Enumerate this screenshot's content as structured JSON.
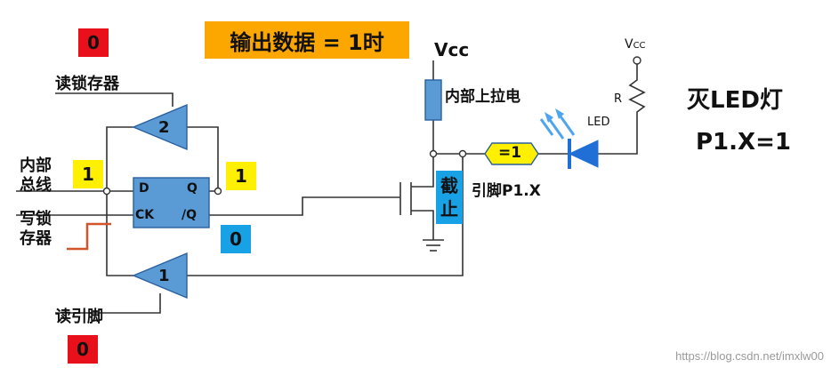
{
  "title": "输出数据 = 1时",
  "labels": {
    "read_latch": "读锁存器",
    "internal_bus_1": "内部",
    "internal_bus_2": "总线",
    "write_latch_1": "写锁",
    "write_latch_2": "存器",
    "read_pin": "读引脚",
    "vcc": "Vcc",
    "pullup": "内部上拉电",
    "cutoff_1": "截",
    "cutoff_2": "止",
    "pin": "引脚P1.X",
    "led_off": "灭LED灯",
    "p1x": "P1.X=1",
    "vcc_right": "V",
    "vcc_right_sub": "CC",
    "resistor": "R",
    "led": "LED",
    "pin_value": "=1"
  },
  "gates": {
    "buffer_top": "2",
    "buffer_bottom": "1"
  },
  "flipflop": {
    "d": "D",
    "q": "Q",
    "ck": "CK",
    "qbar": "/Q"
  },
  "values": {
    "top_red": "0",
    "bus_value": "1",
    "q_value": "1",
    "qbar_value": "0",
    "bottom_red": "0"
  },
  "colors": {
    "red": "#e8111b",
    "yellow": "#ffef00",
    "blue": "#19a1e6",
    "orange": "#fca600",
    "gate_fill": "#5b9bd5",
    "led_blue": "#1f6fd6",
    "write_line": "#d2552a"
  },
  "watermark": "https://blog.csdn.net/imxlw00"
}
